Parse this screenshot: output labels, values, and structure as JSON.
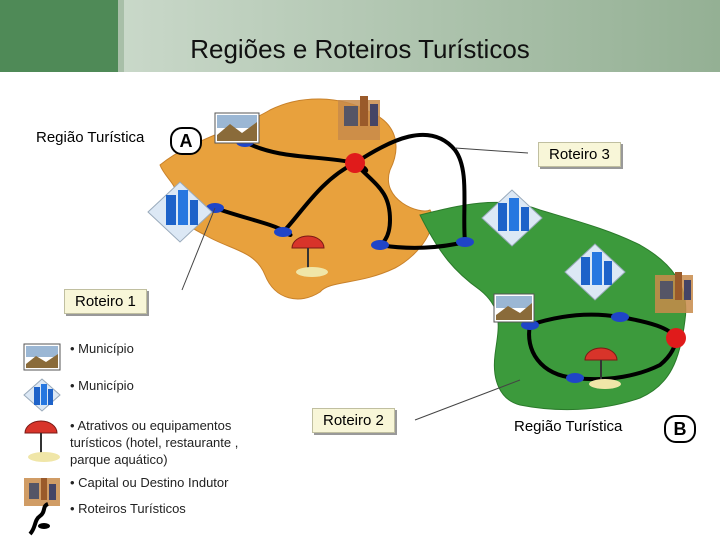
{
  "title": "Regiões e Roteiros Turísticos",
  "labels": {
    "regiao_a_label": "Região Turística",
    "regiao_a_letter": "A",
    "regiao_b_label": "Região Turística",
    "regiao_b_letter": "B",
    "roteiro1": "Roteiro 1",
    "roteiro2": "Roteiro 2",
    "roteiro3": "Roteiro 3"
  },
  "legend": [
    {
      "icon": "landscape-icon",
      "text": "• Município"
    },
    {
      "icon": "buildings-icon",
      "text": "• Município"
    },
    {
      "icon": "umbrella-beach-icon",
      "text": "• Atrativos ou equipamentos turísticos (hotel, restaurante , parque aquático)"
    },
    {
      "icon": "city-collage-icon",
      "text": "• Capital ou Destino Indutor"
    },
    {
      "icon": "route-path-icon",
      "text": "• Roteiros Turísticos"
    }
  ],
  "colors": {
    "region_a": "#e8a13d",
    "region_b": "#3c9a3c",
    "route_line": "#000000",
    "node": "#1f45c8",
    "capital_node": "#e01b1b"
  }
}
